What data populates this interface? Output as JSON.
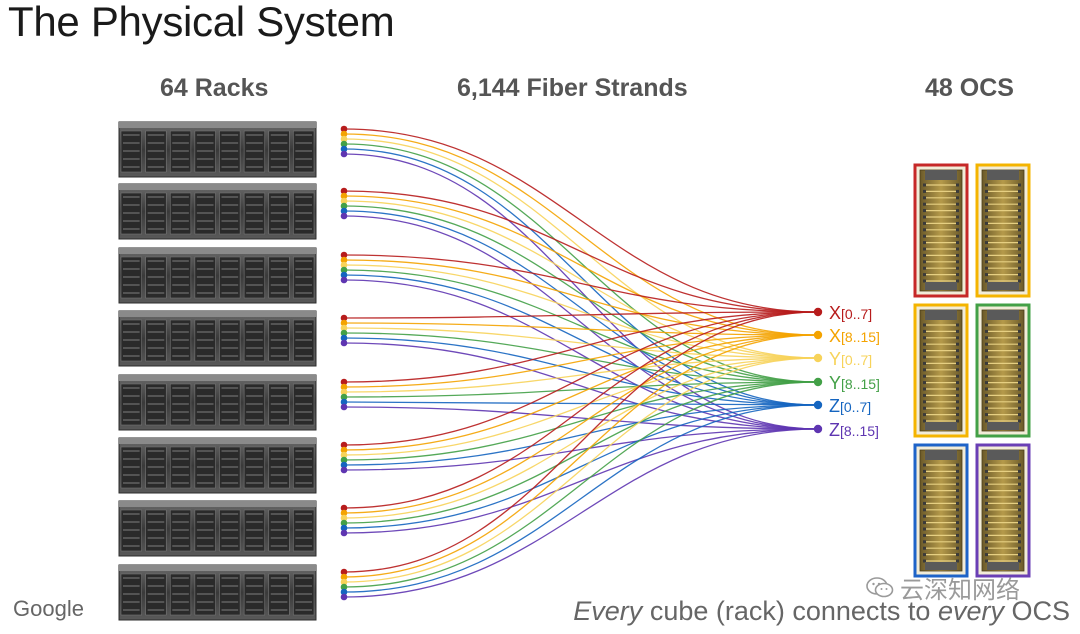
{
  "title": "The Physical System",
  "headers": {
    "racks": "64 Racks",
    "fibers": "6,144 Fiber Strands",
    "ocs": "48 OCS"
  },
  "labels": [
    {
      "axis": "X",
      "range": "[0..7]",
      "color": "#b71c1c"
    },
    {
      "axis": "X",
      "range": "[8..15]",
      "color": "#f4a300"
    },
    {
      "axis": "Y",
      "range": "[0..7]",
      "color": "#f7d35a"
    },
    {
      "axis": "Y",
      "range": "[8..15]",
      "color": "#43a047"
    },
    {
      "axis": "Z",
      "range": "[0..7]",
      "color": "#1565c0"
    },
    {
      "axis": "Z",
      "range": "[8..15]",
      "color": "#5e35b1"
    }
  ],
  "ocs_units": [
    {
      "border": "#c62828"
    },
    {
      "border": "#f4b400"
    },
    {
      "border": "#f4b400"
    },
    {
      "border": "#43a047"
    },
    {
      "border": "#1e63c8"
    },
    {
      "border": "#6a3fb5"
    }
  ],
  "footer": {
    "brand": "Google",
    "tagline_pre": "Every",
    "tagline_mid": " cube (rack) connects to ",
    "tagline_em": "every",
    "tagline_post": " OCS"
  },
  "watermark": {
    "text": "云深知网络",
    "icon": "wechat-icon"
  }
}
